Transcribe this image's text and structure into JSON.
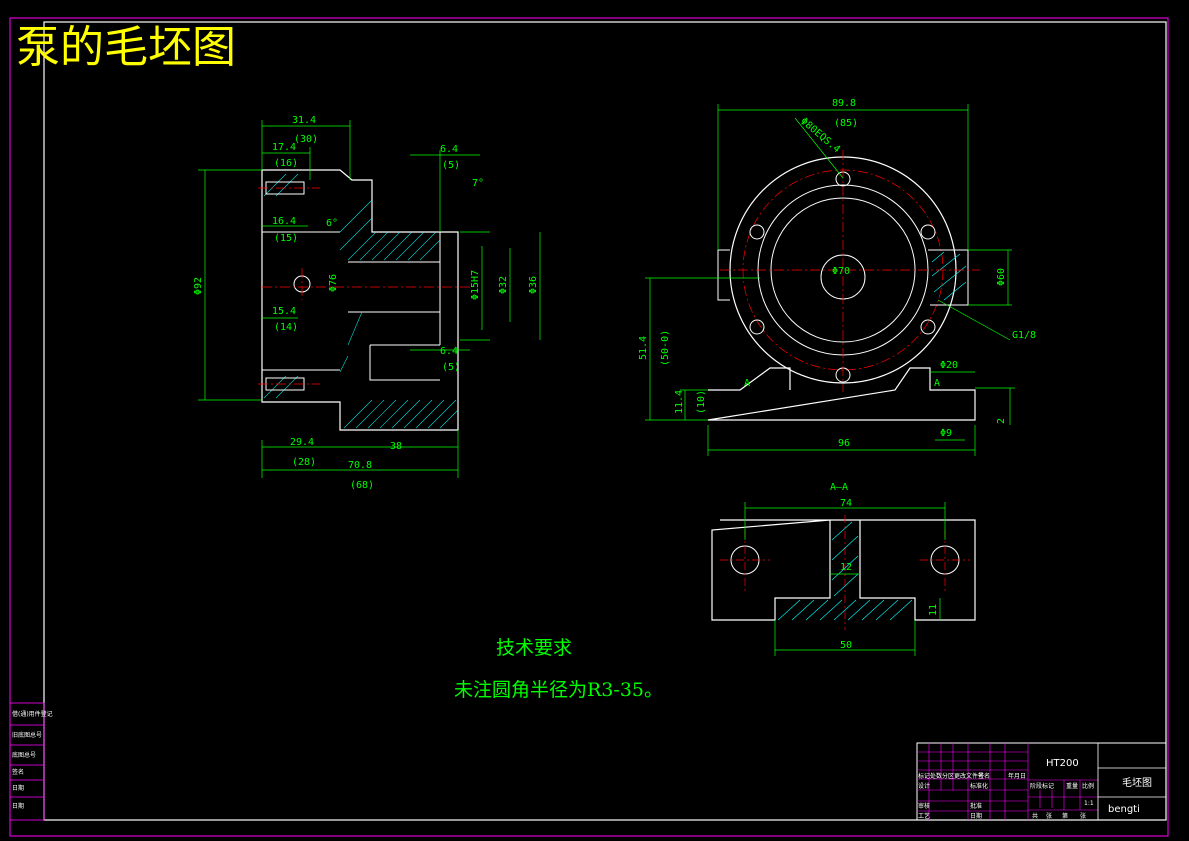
{
  "title": "泵的毛坯图",
  "tech": {
    "heading": "技术要求",
    "note": "未注圆角半径为R3-35。"
  },
  "section_label": "A—A",
  "view_marks": {
    "a_left": "A",
    "a_right": "A"
  },
  "front_view_dims": {
    "d31_4": "31.4",
    "d30": "(30)",
    "d17_4": "17.4",
    "d16": "(16)",
    "d16_4": "16.4",
    "d15": "(15)",
    "d15_4": "15.4",
    "d14": "(14)",
    "d6deg": "6°",
    "d6_4a": "6.4",
    "d5a": "(5)",
    "d7deg": "7°",
    "d6_4b": "6.4",
    "d5b": "(5)",
    "dphi92": "Φ92",
    "dphi76": "Φ76",
    "dphi57": "Φ15H7",
    "dphi32": "Φ32",
    "dphi36": "Φ36",
    "d29_4": "29.4",
    "d28": "(28)",
    "d38": "38",
    "d70_8": "70.8",
    "d68": "(68)"
  },
  "side_view_dims": {
    "d89_8": "89.8",
    "d85": "(85)",
    "dpcd": "Φ80EQS.4",
    "dphi70": "Φ70",
    "dphi60": "Φ60",
    "dg": "G1/8",
    "d51_4": "51.4",
    "d50": "(50-0)",
    "d11_4": "11.4",
    "d10": "(10)",
    "dphi20": "Φ20",
    "d96": "96",
    "dphi9": "Φ9",
    "d2": "2"
  },
  "section_dims": {
    "d74": "74",
    "d12": "12",
    "d11": "11",
    "d50": "50"
  },
  "left_strip": [
    "借(通)用件登记",
    "旧底图总号",
    "底图总号",
    "签名",
    "日期",
    "日期"
  ],
  "titleblock": {
    "material": "HT200",
    "drawing_name": "毛坯图",
    "code": "bengti",
    "hdr": [
      "标记",
      "处数",
      "分区",
      "更改文件号",
      "签名",
      "年月日"
    ],
    "roles": [
      "设计",
      "审核",
      "工艺"
    ],
    "roles2": [
      "标准化",
      "批准",
      "日期"
    ],
    "stage_hdr": [
      "阶段标记",
      "重量",
      "比例"
    ],
    "scale": "1:1",
    "sheet_row": [
      "共",
      "张",
      "第",
      "张"
    ]
  }
}
